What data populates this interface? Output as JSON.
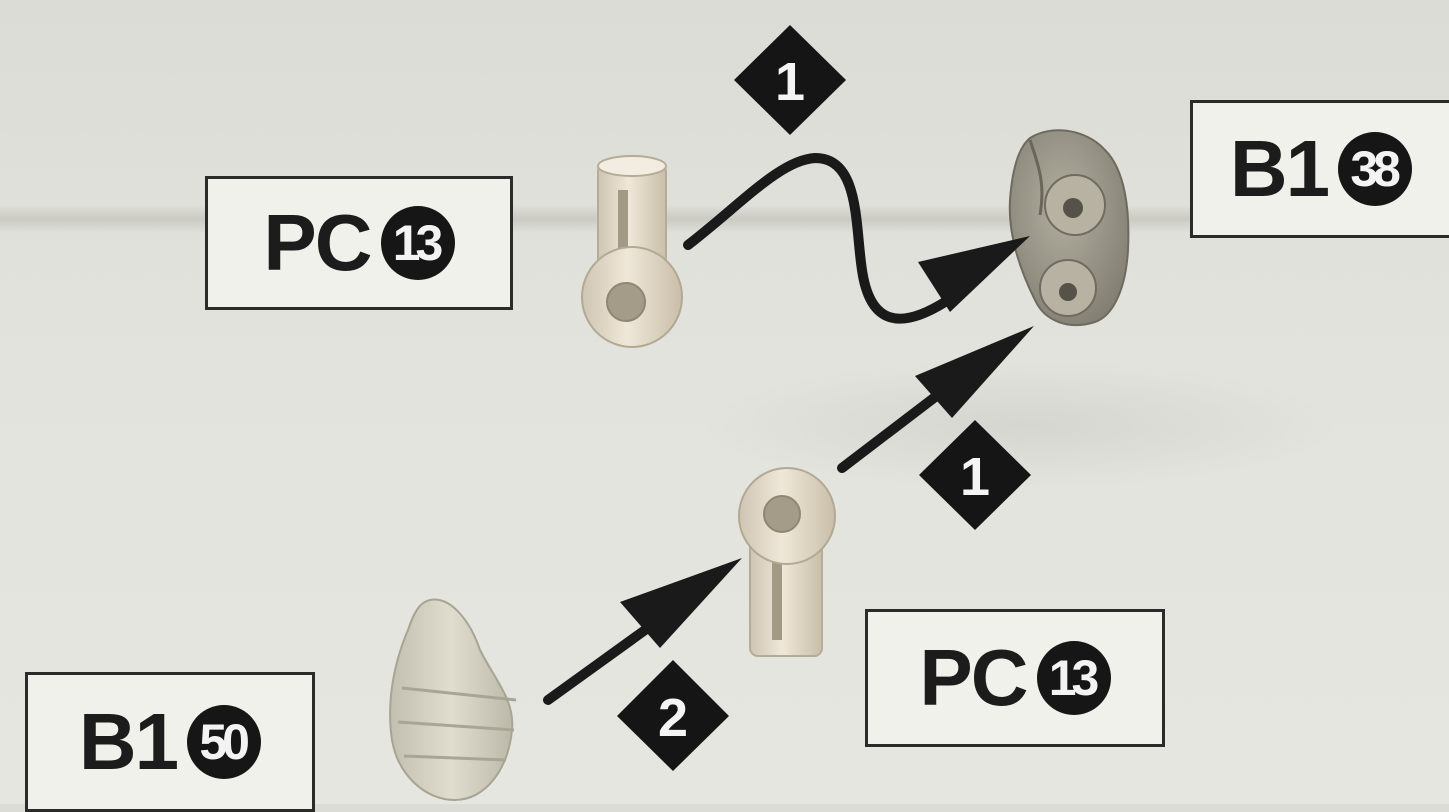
{
  "labels": {
    "pc_top": {
      "prefix": "PC",
      "number": "13"
    },
    "b1_top": {
      "prefix": "B1",
      "number": "38"
    },
    "pc_bottom": {
      "prefix": "PC",
      "number": "13"
    },
    "b1_bottom": {
      "prefix": "B1",
      "number": "50"
    }
  },
  "steps": {
    "top": "1",
    "middle": "1",
    "bottom": "2"
  },
  "colors": {
    "ink": "#1c1c1c",
    "paper": "#e3e3dd",
    "pc_part": "#e6dccb",
    "b1_part": "#9a9688",
    "b1_part_bottom": "#d4d1c2"
  }
}
